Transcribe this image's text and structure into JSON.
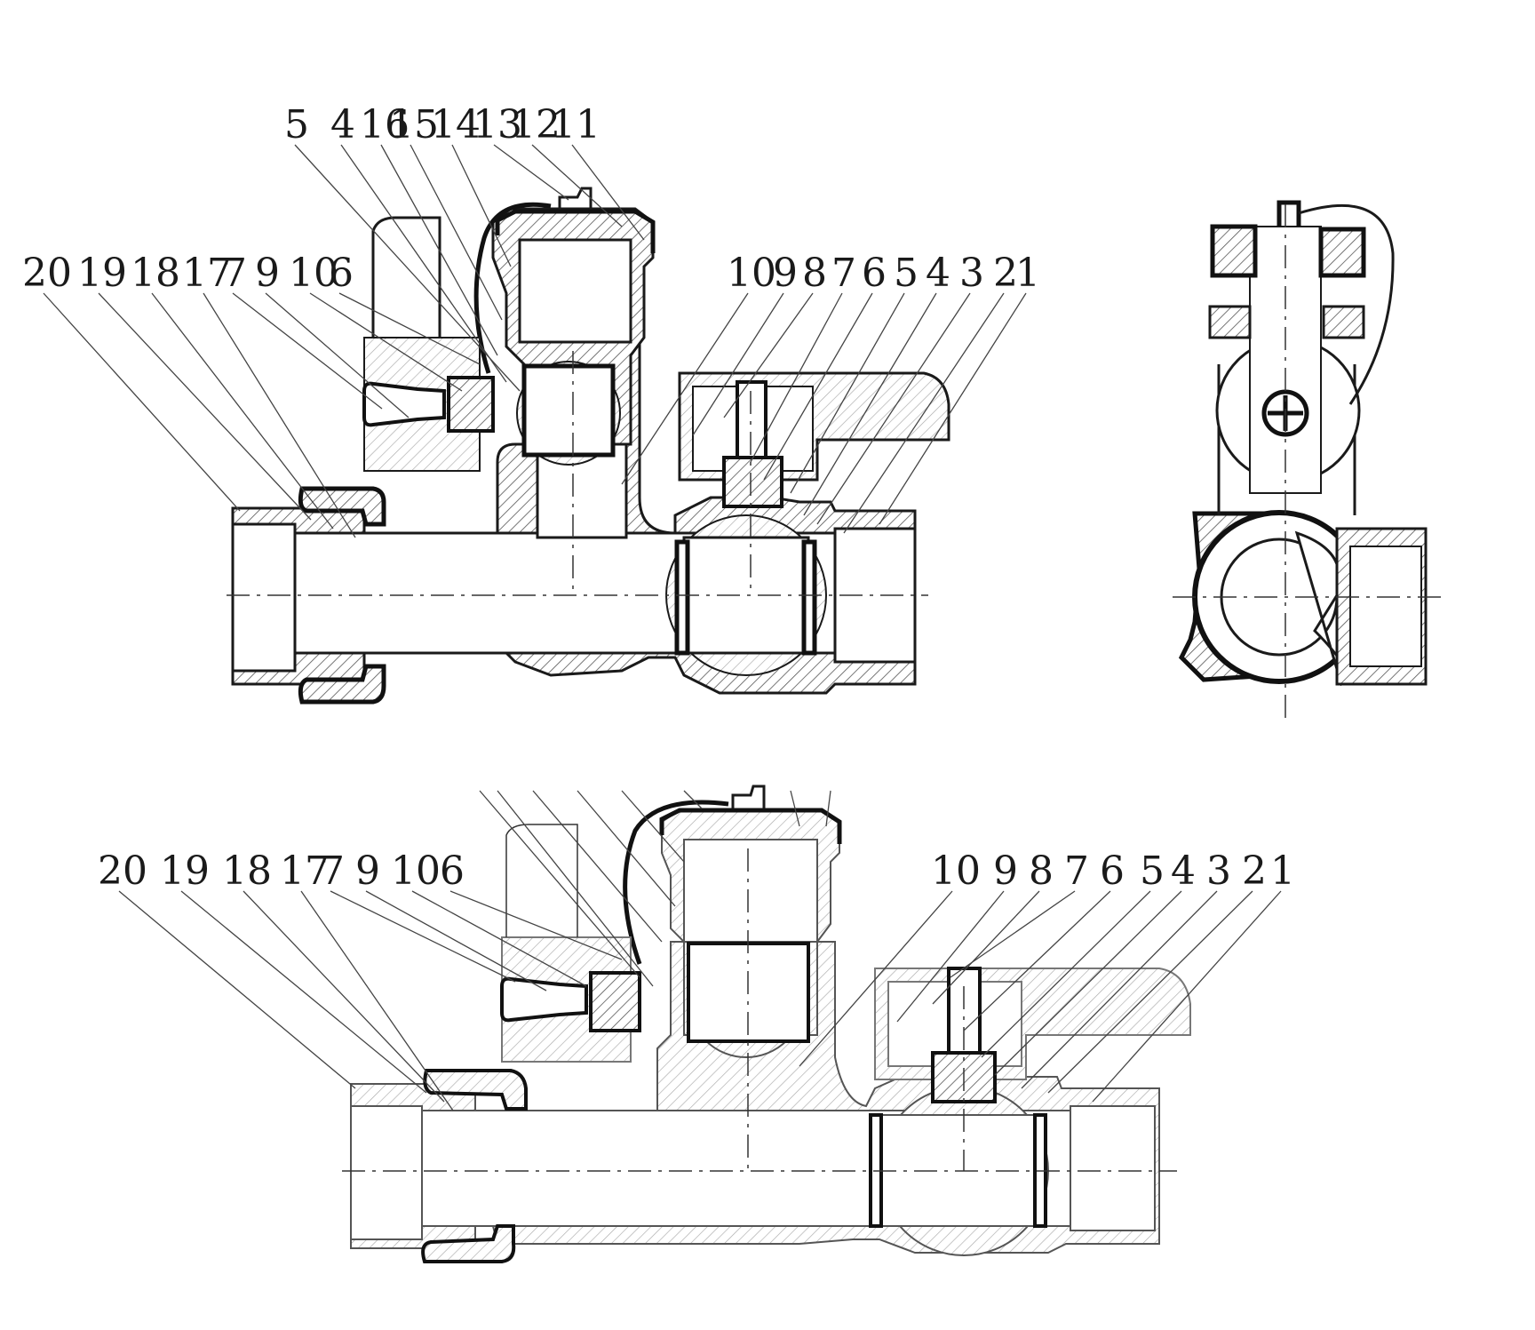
{
  "labels": {
    "top_upper": [
      "5",
      "4",
      "16",
      "15",
      "14",
      "13",
      "12",
      "11"
    ],
    "top_left": [
      "20",
      "19",
      "18",
      "17",
      "7",
      "9",
      "10",
      "6"
    ],
    "top_right": [
      "10",
      "9",
      "8",
      "7",
      "6",
      "5",
      "4",
      "3",
      "2",
      "1"
    ],
    "bottom_left": [
      "20",
      "19",
      "18",
      "17",
      "7",
      "9",
      "10",
      "6"
    ],
    "bottom_right": [
      "10",
      "9",
      "8",
      "7",
      "6",
      "5",
      "4",
      "3",
      "2",
      "1"
    ]
  },
  "colors": {
    "line": "#1a1a1a",
    "background": "#ffffff"
  }
}
